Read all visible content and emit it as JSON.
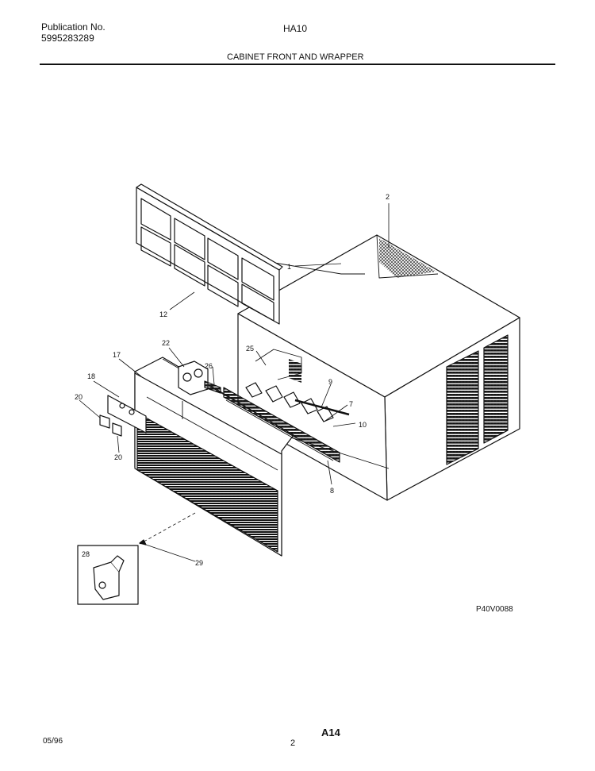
{
  "header": {
    "publication_label": "Publication No.",
    "publication_number": "5995283289",
    "model": "HA10",
    "section_title": "CABINET FRONT AND WRAPPER"
  },
  "diagram": {
    "callouts": {
      "c1": "1",
      "c2": "2",
      "c7": "7",
      "c8": "8",
      "c9": "9",
      "c10": "10",
      "c12": "12",
      "c17": "17",
      "c18": "18",
      "c20a": "20",
      "c20b": "20",
      "c22": "22",
      "c25": "25",
      "c26": "26",
      "c28": "28",
      "c29": "29"
    },
    "drawing_code": "P40V0088"
  },
  "footer": {
    "date": "05/96",
    "page_number": "2",
    "page_code": "A14"
  }
}
